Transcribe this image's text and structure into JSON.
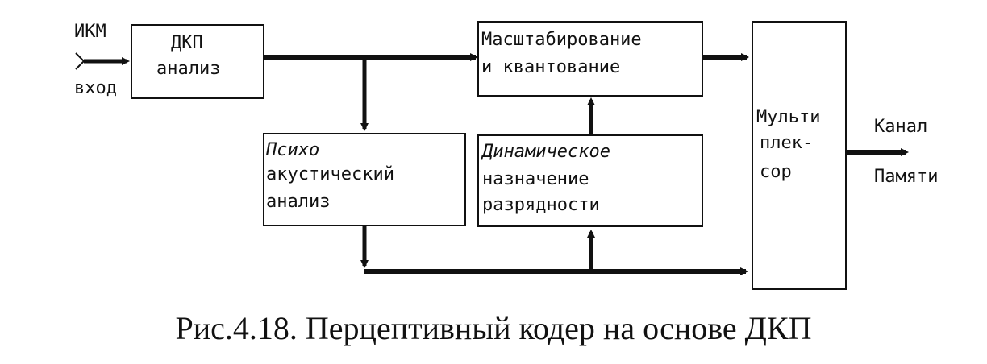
{
  "inputs": {
    "top": "ИКМ",
    "bottom": "вход"
  },
  "blocks": {
    "dct": {
      "line1": "ДКП",
      "line2": "анализ"
    },
    "scaling": {
      "line1": "Масштабирование",
      "line2": "и квантование"
    },
    "psycho": {
      "line1": "Психо",
      "line2": "акустический",
      "line3": "анализ"
    },
    "dynamic": {
      "line1": "Динамическое",
      "line2": "назначение",
      "line3": "разрядности"
    },
    "mux": {
      "line1": "Мульти",
      "line2": "плек-",
      "line3": "сор"
    }
  },
  "outputs": {
    "top": "Канал",
    "bottom": "Памяти"
  },
  "caption": "Рис.4.18. Перцептивный кодер на основе ДКП",
  "colors": {
    "ink": "#111111",
    "background": "#ffffff"
  }
}
